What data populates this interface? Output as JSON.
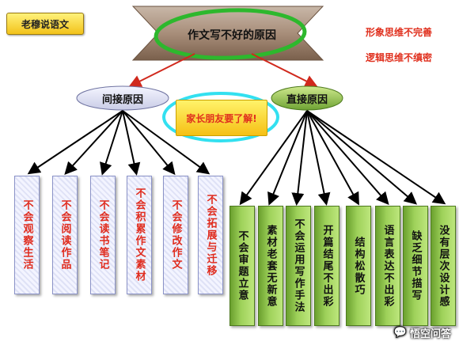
{
  "brand": "老穆说语文",
  "title": "作文写不好的原因",
  "side_notes": [
    "形象思维不完善",
    "逻辑思维不缜密"
  ],
  "indirect": {
    "label": "间接原因",
    "items": [
      "不会观察生活",
      "不会阅读作品",
      "不会读书笔记",
      "不会积累作文素材",
      "不会修改作文",
      "不会拓展与迁移"
    ]
  },
  "direct": {
    "label": "直接原因",
    "items": [
      "不会审题立意",
      "素材老套无新意",
      "不会运用写作手法",
      "开篇结尾不出彩",
      "结构松散巧",
      "语言表达不出彩",
      "缺乏细节描写",
      "没有层次设计感"
    ]
  },
  "parents_note": "家长朋友要了解!",
  "watermark": "悟空问答",
  "colors": {
    "red_text": "#e0301e",
    "highlight_green": "#2db82d",
    "highlight_cyan": "#33e0f0",
    "left_box_border": "#8b93c8",
    "right_box_green": "#8fc44a"
  }
}
